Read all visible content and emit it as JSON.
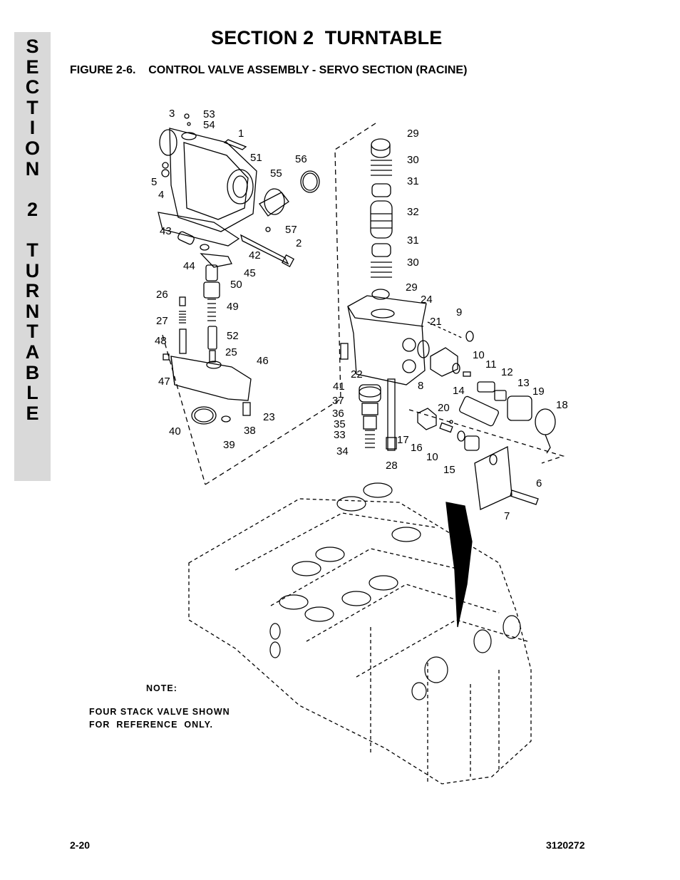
{
  "side_tab": [
    "S",
    "E",
    "C",
    "T",
    "I",
    "O",
    "N",
    "",
    "2",
    "",
    "T",
    "U",
    "R",
    "N",
    "T",
    "A",
    "B",
    "L",
    "E"
  ],
  "header": {
    "title": "SECTION 2  TURNTABLE",
    "figure_caption": "FIGURE 2-6.    CONTROL VALVE ASSEMBLY - SERVO SECTION (RACINE)"
  },
  "figure": {
    "callouts": [
      "3",
      "53",
      "54",
      "1",
      "51",
      "56",
      "55",
      "5",
      "4",
      "57",
      "43",
      "42",
      "2",
      "44",
      "45",
      "50",
      "26",
      "49",
      "27",
      "52",
      "48",
      "25",
      "46",
      "47",
      "23",
      "40",
      "38",
      "39",
      "29",
      "30",
      "31",
      "32",
      "31",
      "30",
      "29",
      "24",
      "9",
      "21",
      "10",
      "11",
      "12",
      "22",
      "13",
      "8",
      "41",
      "14",
      "19",
      "37",
      "36",
      "35",
      "33",
      "20",
      "18",
      "17",
      "16",
      "10",
      "15",
      "34",
      "28",
      "6",
      "7"
    ],
    "note_heading": "NOTE:",
    "note_lines": [
      "FOUR STACK VALVE SHOWN",
      "FOR  REFERENCE  ONLY."
    ]
  },
  "footer": {
    "page_number": "2-20",
    "doc_number": "3120272"
  }
}
